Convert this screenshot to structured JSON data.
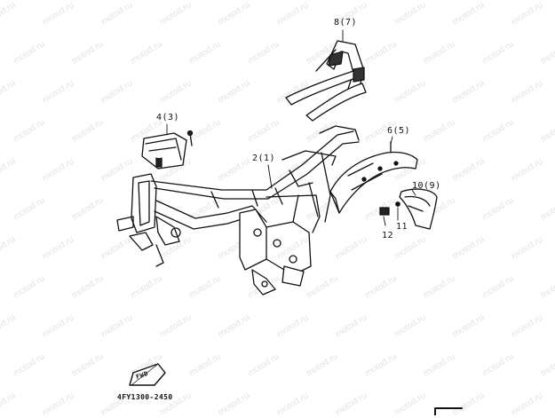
{
  "callouts": {
    "seat_bracket": "8(7)",
    "cover_top": "4(3)",
    "frame": "2(1)",
    "rear_fender": "6(5)",
    "mud_flap": "10(9)",
    "bolt_11": "11",
    "nut_12": "12"
  },
  "part_code": "4FY1300-2450",
  "fwd_label": "FWD",
  "watermark_text": "motod.ru",
  "colors": {
    "ink": "#111111",
    "watermark": "#e3e3e3",
    "background": "#ffffff"
  }
}
